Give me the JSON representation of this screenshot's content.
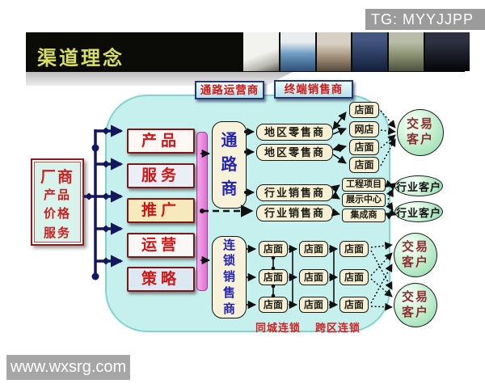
{
  "overlay": {
    "tg": "TG: MYYJJPP",
    "site": "www.wxsrg.com"
  },
  "header": {
    "title": "渠道理念"
  },
  "diagram": {
    "top_tabs": [
      {
        "label": "通路运营商"
      },
      {
        "label": "终端销售商"
      }
    ],
    "manufacturer": {
      "title": "厂商",
      "items": [
        "产品",
        "价格",
        "服务"
      ]
    },
    "factors": [
      {
        "label": "产品"
      },
      {
        "label": "服务"
      },
      {
        "label": "推广"
      },
      {
        "label": "运营"
      },
      {
        "label": "策略"
      }
    ],
    "channel_dealer": "通路商",
    "chain_seller": "连锁销售商",
    "distributors": [
      {
        "label": "地区零售商"
      },
      {
        "label": "地区零售商"
      },
      {
        "label": "行业销售商"
      },
      {
        "label": "行业销售商"
      }
    ],
    "outlets": [
      {
        "label": "店面"
      },
      {
        "label": "网店"
      },
      {
        "label": "店面"
      },
      {
        "label": "店面"
      }
    ],
    "industry_channels": [
      {
        "label": "工程项目"
      },
      {
        "label": "展示中心"
      },
      {
        "label": "集成商"
      }
    ],
    "customers": {
      "trade_top": {
        "lines": [
          "交易",
          "客户"
        ]
      },
      "industry": [
        {
          "label": "行业客户"
        },
        {
          "label": "行业客户"
        }
      ],
      "trade_bottom": [
        {
          "lines": [
            "交易",
            "客户"
          ]
        },
        {
          "lines": [
            "交易",
            "客户"
          ]
        }
      ]
    },
    "chain_grid": [
      [
        "店面",
        "店面",
        "店面"
      ],
      [
        "店面",
        "店面",
        "店面"
      ],
      [
        "店面",
        "店面",
        "店面"
      ]
    ],
    "chain_labels": {
      "same_city": "同城连锁",
      "cross_region": "跨区连锁"
    }
  },
  "colors": {
    "panel_fill": "#c6f0ee",
    "panel_border": "#82d3cb",
    "pink_bar": "#e87fdc",
    "box_red_border": "#7d1616",
    "red_text": "#cf1515",
    "navy_line": "#15175e",
    "cream_box": "#f7f0d4",
    "green_ellipse": "#a5e2b8",
    "blue_text": "#2525b5",
    "header_bg": "#0b0b07",
    "header_title": "#d8df62",
    "watermark_bg": "#9b9b9b"
  }
}
